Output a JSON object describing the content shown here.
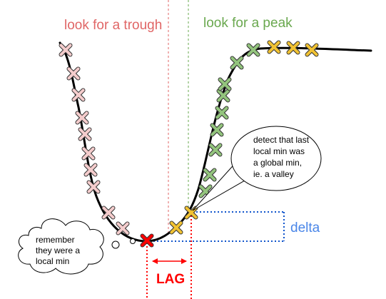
{
  "labels": {
    "trough": "look for a trough",
    "peak": "look for a peak",
    "delta": "delta",
    "lag": "LAG"
  },
  "bubbles": {
    "remember": [
      "remember",
      "they were a",
      "local min"
    ],
    "detect": [
      "detect that last",
      "local min was",
      "a global min,",
      "ie. a valley"
    ]
  },
  "colors": {
    "trough_label": "#e06666",
    "peak_label": "#6aa84f",
    "pink_marker": "#f4cccc",
    "green_marker": "#93c47d",
    "yellow_marker": "#f1c232",
    "red_marker": "#ff0000",
    "delta_line": "#1155cc",
    "delta_label": "#4a86e8",
    "lag": "#ff0000",
    "curve": "#000000"
  },
  "icons": {
    "marker": "x-cross-icon",
    "thought_bubble": "thought-bubble-icon",
    "speech_bubble": "speech-bubble-icon",
    "double_arrow": "double-arrow-icon"
  }
}
